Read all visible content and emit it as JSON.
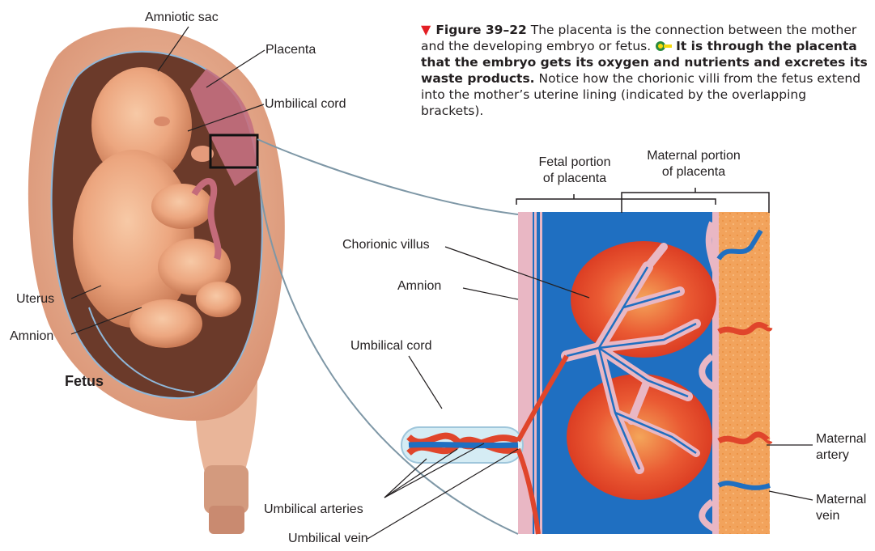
{
  "caption": {
    "figure_label": "Figure 39–22",
    "text_intro": "The placenta is the connection between the mother and the developing embryo or fetus.",
    "text_key": "It is through the placenta that the embryo gets its oxygen and nutrients and excretes its waste products.",
    "text_rest": "Notice how the chorionic villi from the fetus extend into the mother’s uterine lining (indicated by the overlapping brackets).",
    "accent_color": "#e31e24",
    "key_icon": "key-icon"
  },
  "labels": {
    "amniotic_sac": "Amniotic sac",
    "placenta": "Placenta",
    "umbilical_cord_top": "Umbilical cord",
    "uterus": "Uterus",
    "amnion_left": "Amnion",
    "fetus": "Fetus",
    "fetal_portion_1": "Fetal portion",
    "fetal_portion_2": "of placenta",
    "maternal_portion_1": "Maternal portion",
    "maternal_portion_2": "of placenta",
    "chorionic_villus": "Chorionic villus",
    "amnion_right": "Amnion",
    "umbilical_cord_mid": "Umbilical cord",
    "maternal_artery_1": "Maternal",
    "maternal_artery_2": "artery",
    "maternal_vein_1": "Maternal",
    "maternal_vein_2": "vein",
    "umbilical_arteries": "Umbilical arteries",
    "umbilical_vein": "Umbilical vein"
  },
  "colors": {
    "blood_blue": "#1f6fc1",
    "uterine_orange": "#f2a35c",
    "villus_pink": "#e9b7c4",
    "artery_red": "#e0452b",
    "skin": "#f0b089",
    "uterine_wall": "#d9a27e"
  }
}
